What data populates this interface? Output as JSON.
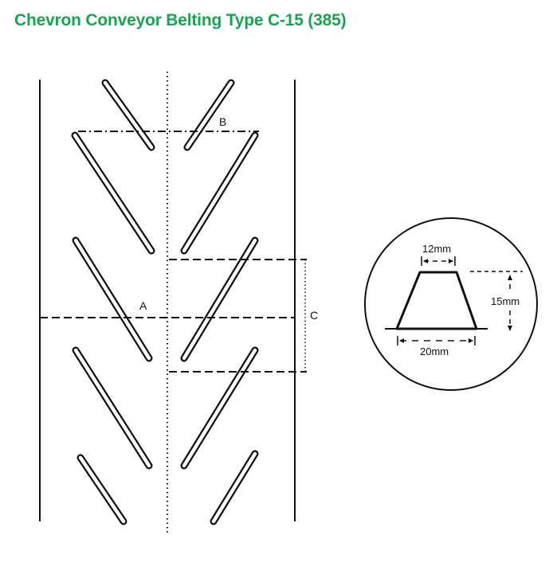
{
  "title": "Chevron Conveyor Belting Type C-15 (385)",
  "labels": {
    "a": "A",
    "b": "B",
    "c": "C"
  },
  "profile": {
    "top_width": "12mm",
    "height": "15mm",
    "base_width": "20mm"
  },
  "colors": {
    "title": "#1aa352",
    "line": "#111111"
  }
}
